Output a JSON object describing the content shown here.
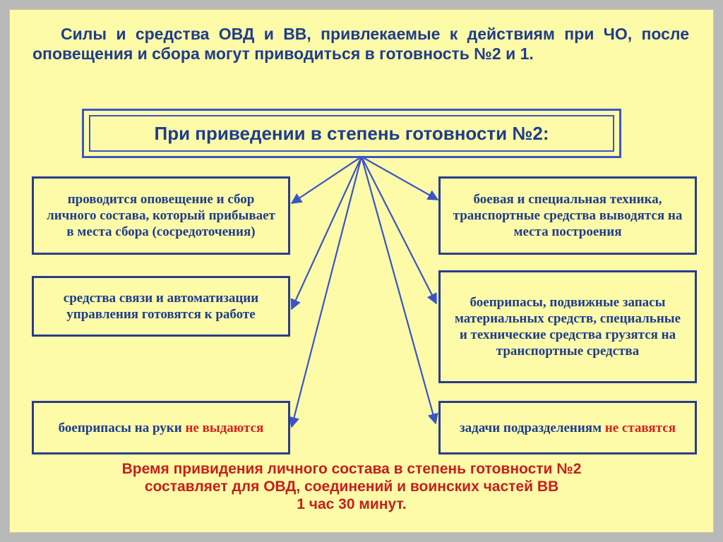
{
  "intro": "Силы и средства ОВД и ВВ, привлекаемые к действиям при ЧО, после оповещения и сбора могут приводиться в готовность №2 и 1.",
  "title": "При приведении в степень готовности №2:",
  "boxes": {
    "left_1": "проводится оповещение и сбор личного состава, который прибывает в места сбора (сосредоточения)",
    "left_2": "средства связи и автоматизации управления готовятся к работе",
    "left_3_text": "боеприпасы на руки ",
    "left_3_emphasis": "не выдаются",
    "right_1": "боевая и специальная техника, транспортные средства выводятся на места построения",
    "right_2": "боеприпасы, подвижные запасы материальных средств, специальные и технические средства грузятся на транспортные средства",
    "right_3_text": "задачи подразделениям ",
    "right_3_emphasis": "не ставятся"
  },
  "footer": {
    "line1": "Время привидения личного состава в степень готовности №2",
    "line2": "составляет для ОВД, соединений и воинских частей ВВ",
    "line3": "1 час 30 минут."
  },
  "colors": {
    "background": "#fdfba8",
    "text_blue": "#1f3c8c",
    "border_blue": "#2a3c8c",
    "arrow_blue": "#3a54c8",
    "emphasis_red": "#d92020"
  }
}
